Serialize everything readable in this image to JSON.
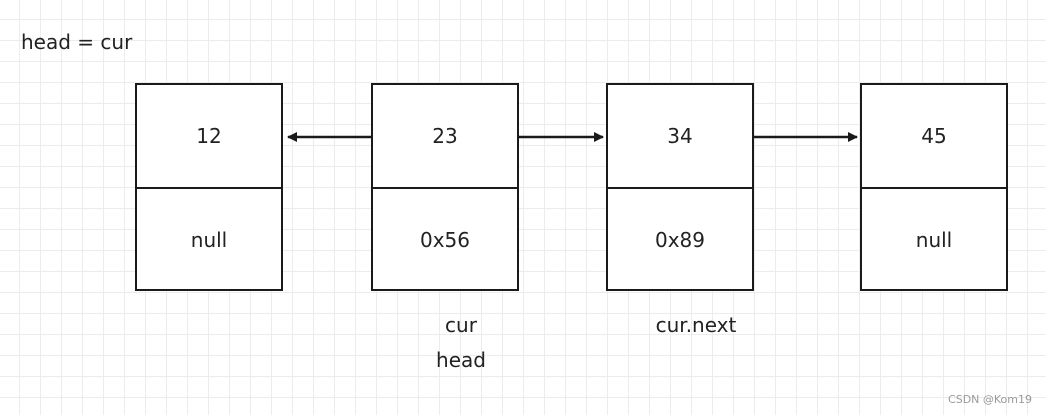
{
  "caption": "head = cur",
  "nodes": [
    {
      "value": "12",
      "next": "null"
    },
    {
      "value": "23",
      "next": "0x56"
    },
    {
      "value": "34",
      "next": "0x89"
    },
    {
      "value": "45",
      "next": "null"
    }
  ],
  "labels": {
    "cur": "cur",
    "cur_next": "cur.next",
    "head": "head"
  },
  "watermark": "CSDN @Kom19",
  "colors": {
    "stroke": "#1a1a1a",
    "grid": "#ececec",
    "background": "#ffffff"
  }
}
